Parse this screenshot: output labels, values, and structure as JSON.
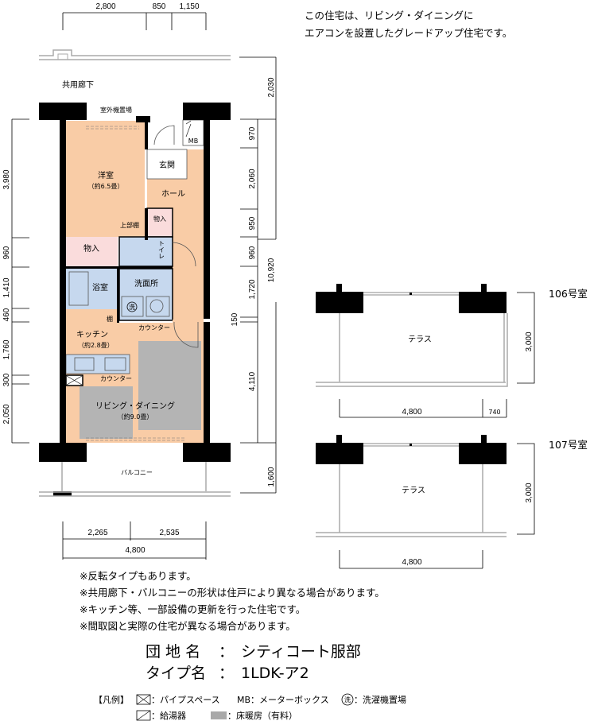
{
  "header_note": [
    "この住宅は、リビング・ダイニングに",
    "エアコンを設置したグレードアップ住宅です。"
  ],
  "plan": {
    "corridor": "共用廊下",
    "outdoor_unit": "室外機置場",
    "western_room": "洋室",
    "western_room_size": "（約6.5畳）",
    "entrance": "玄関",
    "hall": "ホール",
    "mb": "MB",
    "storage_small": "物入",
    "upper_shelf": "上部棚",
    "storage": "物入",
    "toilet": "トイレ",
    "bath": "浴室",
    "washroom": "洗面所",
    "washer_symbol": "洗",
    "shelf": "棚",
    "counter_top": "カウンター",
    "kitchen": "キッチン",
    "kitchen_size": "（約2.8畳）",
    "counter_kitchen": "カウンター",
    "living": "リビング・ダイニング",
    "living_size": "（約9.0畳）",
    "balcony": "バルコニー",
    "colors": {
      "room": "#f9cca6",
      "wet": "#c6d8ee",
      "storage": "#fadcdc",
      "heating": "#b4b4b4",
      "wall": "#000000"
    }
  },
  "dims": {
    "top": [
      "2,800",
      "850",
      "1,150"
    ],
    "left": [
      "3,980",
      "960",
      "1,410",
      "460",
      "1,760",
      "300",
      "2,050"
    ],
    "right": [
      "2,030",
      "970",
      "2,060",
      "950",
      "960",
      "1,720",
      "150",
      "4,110",
      "1,600"
    ],
    "right_total": "10,920",
    "bottom": [
      "2,265",
      "2,535"
    ],
    "bottom_total": "4,800"
  },
  "terraces": [
    {
      "room": "106号室",
      "label": "テラス",
      "depth": "3,000",
      "width": "4,800",
      "extra": "740"
    },
    {
      "room": "107号室",
      "label": "テラス",
      "depth": "3,000",
      "width": "4,800"
    }
  ],
  "notes": [
    "※反転タイプもあります。",
    "※共用廊下・バルコニーの形状は住戸により異なる場合があります。",
    "※キッチン等、一部設備の更新を行った住宅です。",
    "※間取図と実際の住宅が異なる場合があります。"
  ],
  "info": {
    "estate_label": "団 地 名",
    "estate_value": "シティコート服部",
    "type_label": "タイプ名",
    "type_value": "1LDK-ア2",
    "sep": "："
  },
  "legend": {
    "title": "【凡例】",
    "pipe": "：パイプスペース",
    "mb": "MB：メーターボックス",
    "washer": "：洗濯機置場",
    "washer_symbol": "洗",
    "heater": "：給湯器",
    "floor_heating": "：床暖房（有料）"
  }
}
